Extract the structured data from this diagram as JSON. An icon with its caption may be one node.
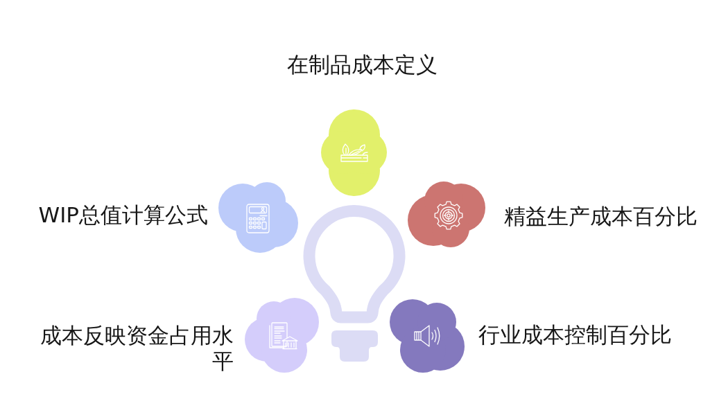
{
  "diagram": {
    "nodes": [
      {
        "text": [],
        "shape": "cloud",
        "beside": [
          "在制品成本定义"
        ]
      },
      {
        "text": [],
        "shape": "cloud",
        "beside": [
          "WIP总值计算公式"
        ]
      },
      {
        "text": [],
        "shape": "cloud",
        "beside": [
          "精益生产成本百分比"
        ]
      },
      {
        "text": [],
        "shape": "cloud",
        "beside": [
          "成本反映资金占用水平"
        ]
      },
      {
        "text": [],
        "shape": "cloud",
        "beside": [
          "行业成本控制百分比"
        ]
      }
    ]
  }
}
